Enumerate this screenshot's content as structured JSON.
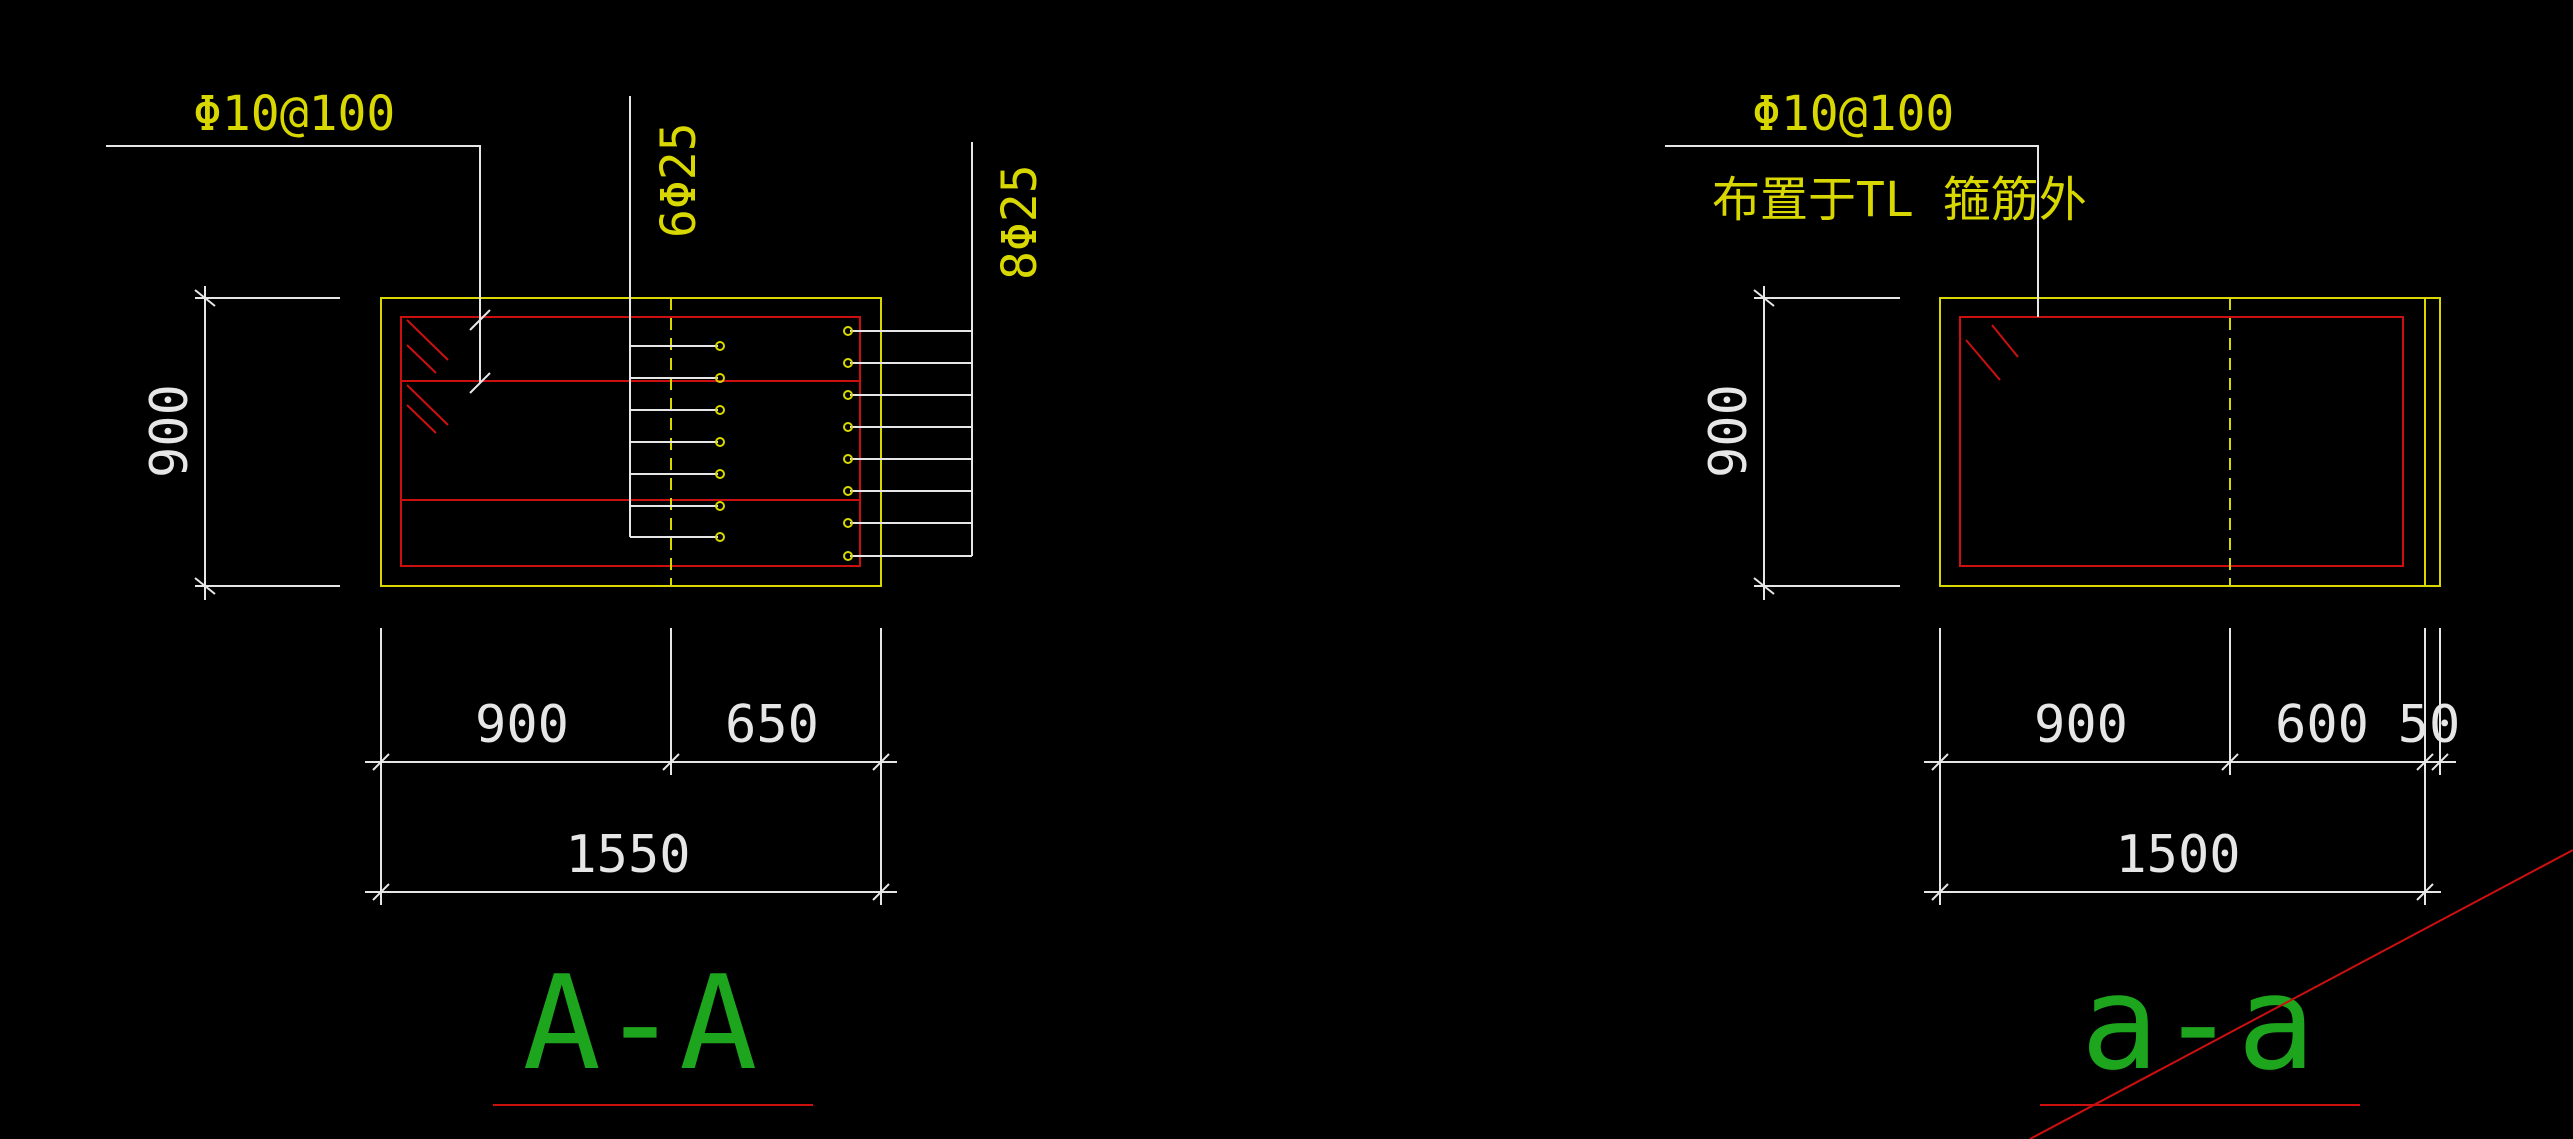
{
  "colors": {
    "background": "#000000",
    "outline": "#d8d800",
    "rebar": "#cc1010",
    "dimension": "#e6e6e6",
    "note": "#d8d800",
    "title": "#1ea51e"
  },
  "section_aa": {
    "title": "A-A",
    "stirrup_note": "Φ10@100",
    "inner_bars_note": "6Φ25",
    "outer_bars_note": "8Φ25",
    "dim_height": "900",
    "dim_left": "900",
    "dim_right": "650",
    "dim_total": "1550"
  },
  "section_a_small": {
    "title": "a-a",
    "stirrup_note": "Φ10@100",
    "placement_note": "布置于TL 箍筋外",
    "dim_height": "900",
    "dim_left": "900",
    "dim_middle": "600",
    "dim_right": "50",
    "dim_total": "1500"
  }
}
